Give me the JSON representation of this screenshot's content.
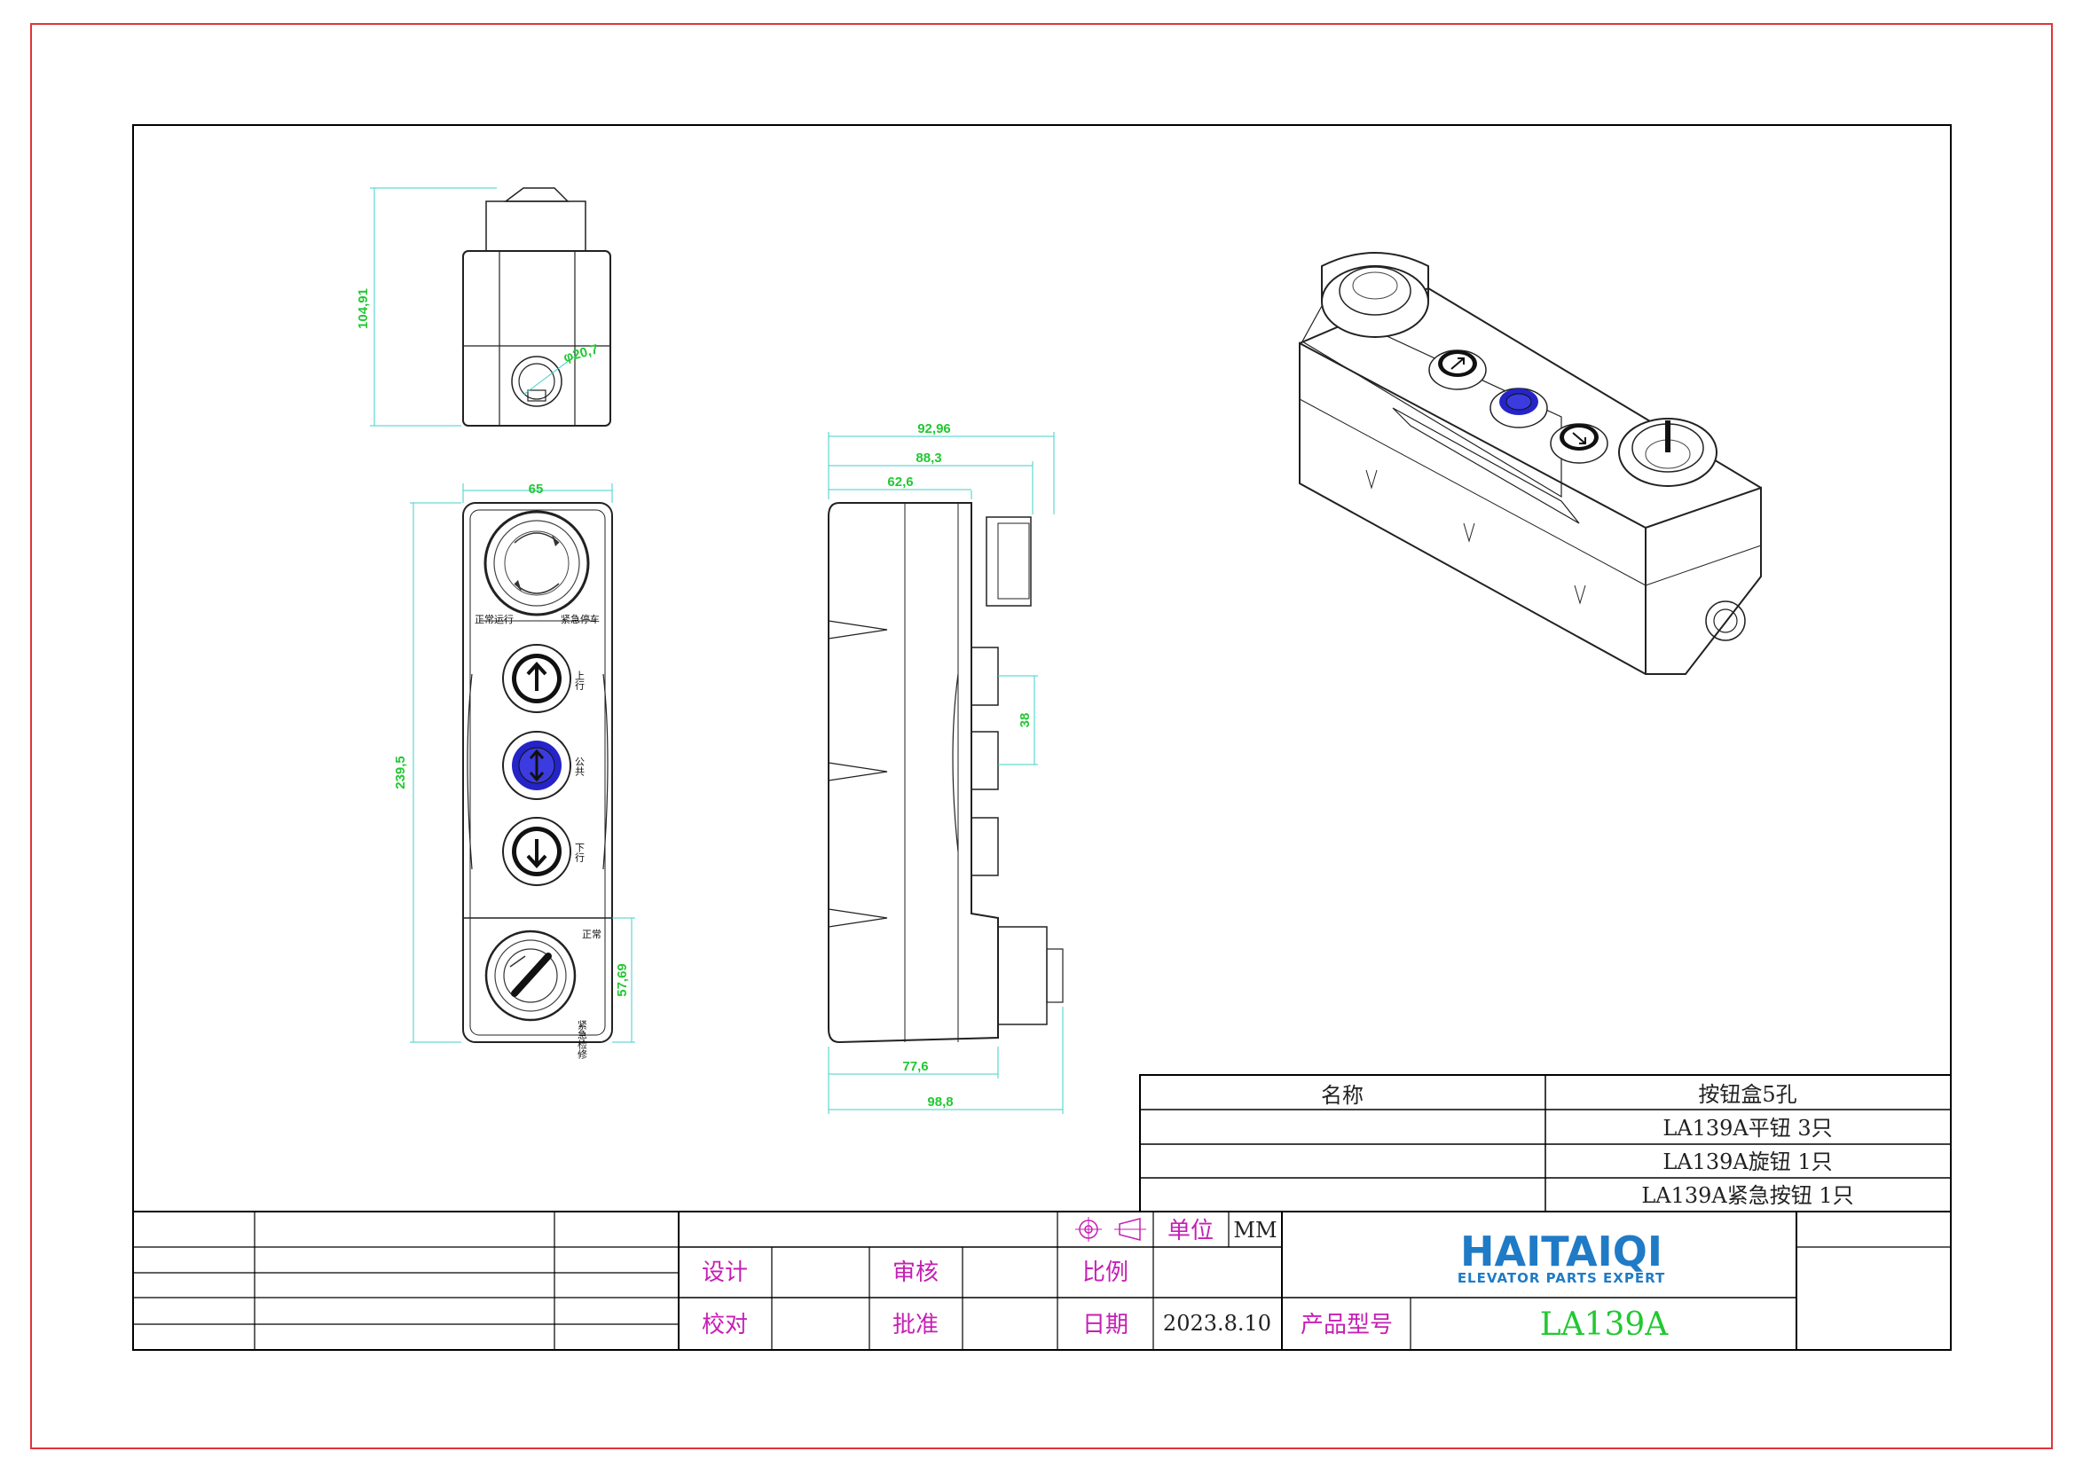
{
  "views": {
    "top": {
      "height_dim": "104,91",
      "hole_dim": "φ20,7"
    },
    "front": {
      "width_dim": "65",
      "height_dim": "239,5",
      "switch_dim": "57,69",
      "estop_label_left": "正常运行",
      "estop_label_right": "紧急停车",
      "button_up_label": "上行",
      "button_common_label": "公共",
      "button_down_label": "下行",
      "key_label_top": "正常",
      "key_label_bottom": "紧急检修"
    },
    "side": {
      "dim_top_1": "92,96",
      "dim_top_2": "88,3",
      "dim_top_3": "62,6",
      "dim_pitch": "38",
      "dim_bottom_1": "77,6",
      "dim_bottom_2": "98,8"
    }
  },
  "name_table": {
    "name_label": "名称",
    "name_value": "按钮盒5孔",
    "items": [
      "LA139A平钮 3只",
      "LA139A旋钮 1只",
      "LA139A紧急按钮 1只"
    ]
  },
  "title_block": {
    "unit_label": "单位",
    "unit_value": "MM",
    "design_label": "设计",
    "review_label": "审核",
    "scale_label": "比例",
    "check_label": "校对",
    "approve_label": "批准",
    "date_label": "日期",
    "date_value": "2023.8.10",
    "model_label": "产品型号",
    "model_value": "LA139A",
    "brand_name": "HAITAIQI",
    "brand_tagline": "ELEVATOR PARTS EXPERT"
  },
  "colors": {
    "outer_border": "#e0343c",
    "dimension": "#22c832",
    "dim_line": "#3fd0c8",
    "label_magenta": "#c61fb5",
    "brand_blue": "#1f7bc6",
    "button_blue": "#2424c8"
  }
}
